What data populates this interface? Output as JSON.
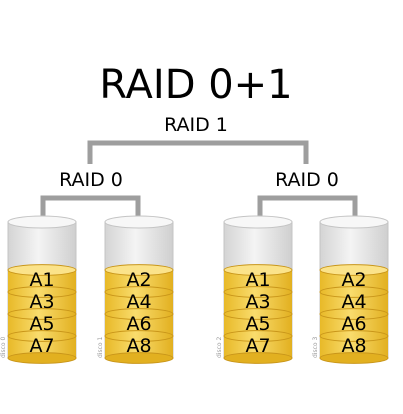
{
  "title": "RAID 0+1",
  "mirror_label": "RAID 1",
  "stripe_groups": [
    {
      "label": "RAID 0"
    },
    {
      "label": "RAID 0"
    }
  ],
  "disks": [
    {
      "caption": "disco 0",
      "blocks": [
        "A1",
        "A3",
        "A5",
        "A7"
      ]
    },
    {
      "caption": "disco 1",
      "blocks": [
        "A2",
        "A4",
        "A6",
        "A8"
      ]
    },
    {
      "caption": "disco 2",
      "blocks": [
        "A1",
        "A3",
        "A5",
        "A7"
      ]
    },
    {
      "caption": "disco 3",
      "blocks": [
        "A2",
        "A4",
        "A6",
        "A8"
      ]
    }
  ],
  "colors": {
    "block_fill": "#f2c94c",
    "block_highlight": "#fbe9a0",
    "cylinder_glass": "#e6e6e6",
    "connector_line": "#9e9e9e"
  }
}
